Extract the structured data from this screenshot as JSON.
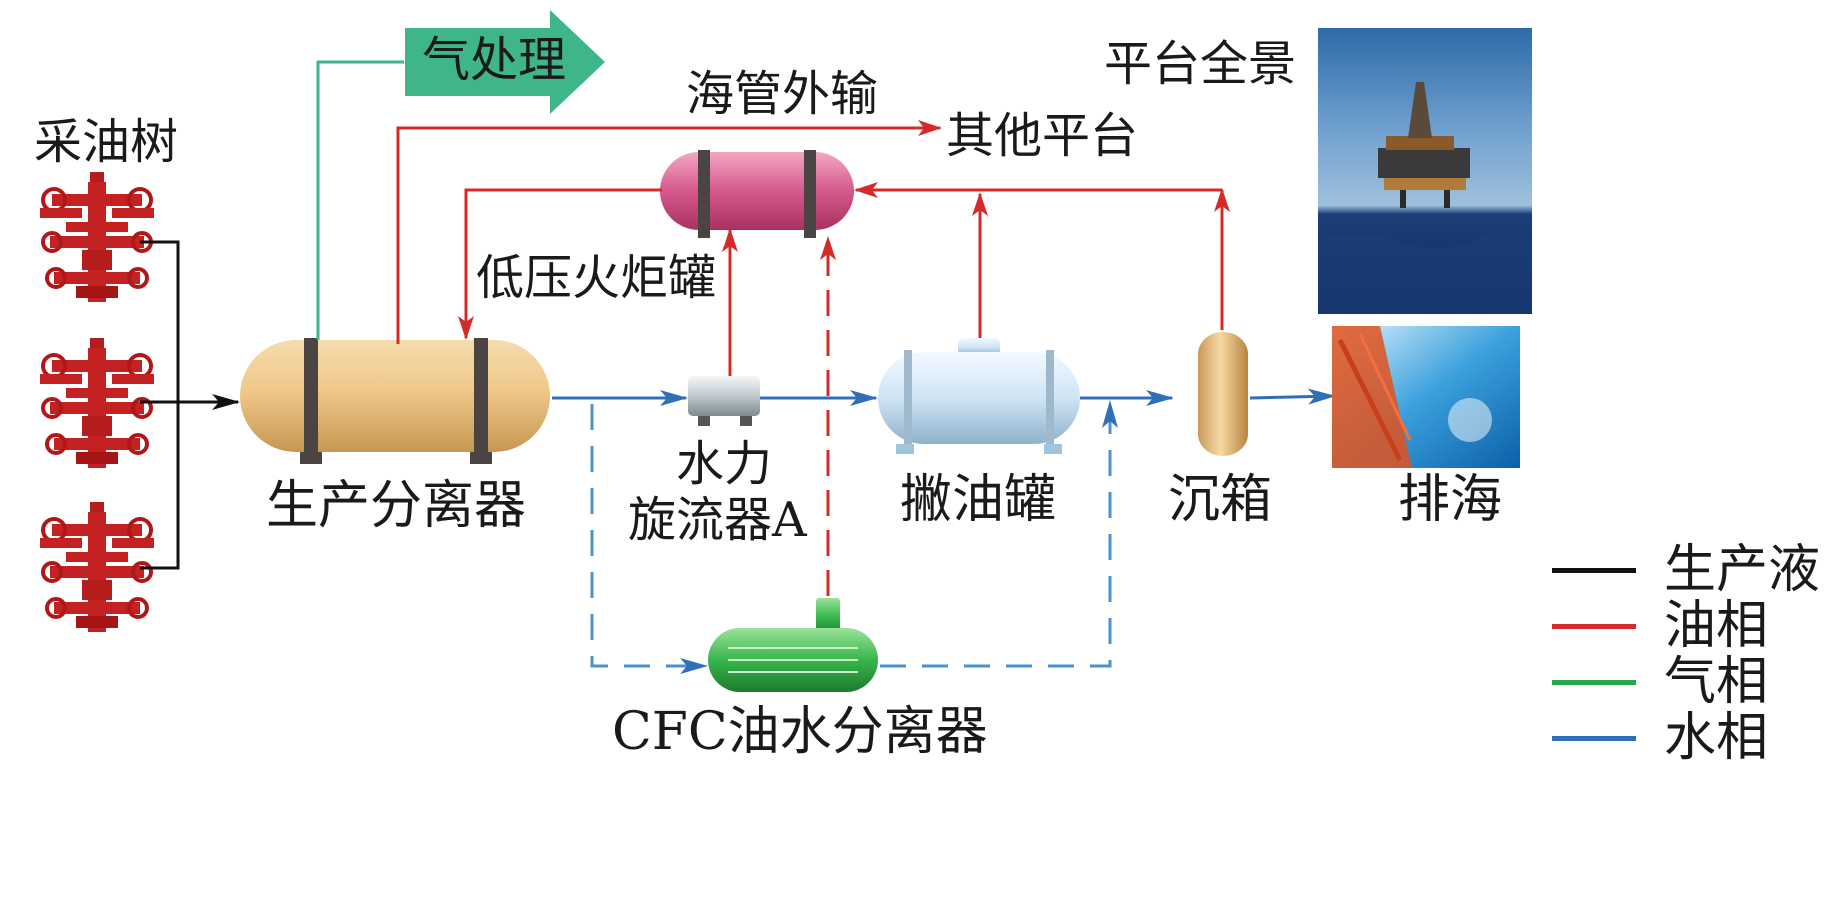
{
  "labels": {
    "gas_treatment": "气处理",
    "pipeline_export": "海管外输",
    "other_platform": "其他平台",
    "platform_view": "平台全景",
    "christmas_tree": "采油树",
    "lp_flare_tank": "低压火炬罐",
    "production_separator": "生产分离器",
    "hydrocyclone_line1": "水力",
    "hydrocyclone_line2": "旋流器A",
    "skim_tank": "撇油罐",
    "caisson": "沉箱",
    "discharge": "排海",
    "cfc_separator": "CFC油水分离器"
  },
  "legend": [
    {
      "label": "生产液",
      "color": "#111111"
    },
    {
      "label": "油相",
      "color": "#d42a2a"
    },
    {
      "label": "气相",
      "color": "#2aa84a"
    },
    {
      "label": "水相",
      "color": "#2f6fb8"
    }
  ],
  "colors": {
    "production_fluid": "#111111",
    "oil_phase": "#d42a2a",
    "gas_phase": "#2aa84a",
    "water_phase": "#2f6fb8",
    "gas_treatment_arrow": "#3fb58a",
    "gas_line": "#3fb58a"
  }
}
